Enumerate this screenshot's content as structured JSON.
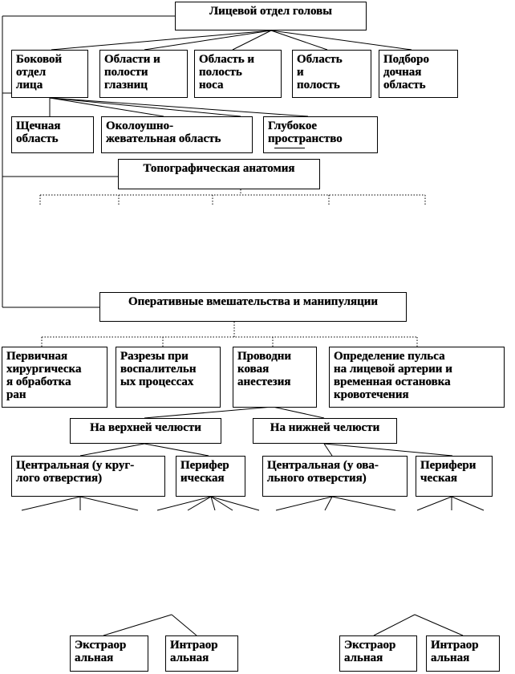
{
  "root": "Лицевой отдел головы",
  "head_sections": {
    "lateral": "Боковой\nотдел\nлица",
    "orbits": "Области и\nполости\nглазниц",
    "nose": "Область и\nполость\nноса",
    "mouth": "Область\nи\nполость",
    "chin": "Подборо\nдочная\nобласть"
  },
  "lateral_regions": {
    "buccal": "Щечная\nобласть",
    "parotid": "Околоушно-\nжевательная область",
    "deep": "Глубокое\nпространство"
  },
  "topo": "Топографическая анатомия",
  "operations": {
    "title": "Оперативные вмешательства и манипуляции",
    "primary": "Первичная\nхирургическа\nя обработка\nран",
    "incisions": "Разрезы при\nвоспалительн\nых процессах",
    "conduction": "Проводни\nковая\nанестезия",
    "pulse": "Определение пульса\nна лицевой артерии и\nвременная остановка\nкровотечения"
  },
  "jaws": {
    "upper": "На верхней челюсти",
    "lower": "На нижней челюсти"
  },
  "anesthesia": {
    "upper_central": "Центральная (у круг-\nлого отверстия)",
    "upper_peripheral": "Перифер\nическая",
    "lower_central": "Центральная (у ова-\nльного отверстия)",
    "lower_peripheral": "Перифери\nческая"
  },
  "approaches": {
    "extraoral_1": "Экстраор\nальная",
    "intraoral_1": "Интраор\nальная",
    "extraoral_2": "Экстраор\nальная",
    "intraoral_2": "Интраор\nальная"
  }
}
